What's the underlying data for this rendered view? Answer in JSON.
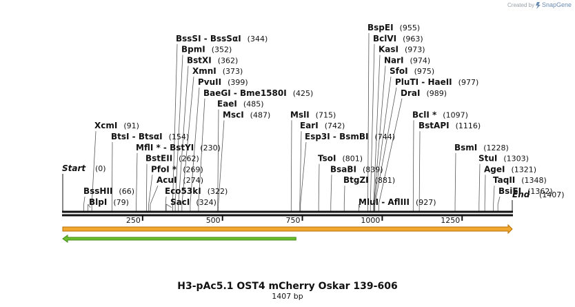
{
  "credit": {
    "text": "Created by",
    "brand": "SnapGene"
  },
  "title": "H3-pAc5.1 OST4 mCherry Oskar 139-606",
  "length_label": "1407 bp",
  "start_label": "Start",
  "start_pos": "(0)",
  "end_label": "End",
  "end_pos": "(1407)",
  "colors": {
    "backbone": "#111111",
    "feature_orange": "#f0a830",
    "feature_green": "#6abf2e"
  },
  "chart_data": {
    "type": "diagram",
    "length": 1407,
    "ticks": [
      250,
      500,
      750,
      1000,
      1250
    ],
    "tick_labels": [
      "250",
      "500",
      "750",
      "1000",
      "1250"
    ],
    "sites": [
      {
        "name": "BssHII",
        "pos": 66,
        "pos_label": "(66)",
        "row": 10
      },
      {
        "name": "BlpI",
        "pos": 79,
        "pos_label": "(79)",
        "row": 11
      },
      {
        "name": "XcmI",
        "pos": 91,
        "pos_label": "(91)",
        "row": 4
      },
      {
        "name": "BtsI  - BtsαI",
        "pos": 154,
        "pos_label": "(154)",
        "row": 5
      },
      {
        "name": "MflI *  - BstYI",
        "pos": 230,
        "pos_label": "(230)",
        "row": 6
      },
      {
        "name": "BstEII",
        "pos": 262,
        "pos_label": "(262)",
        "row": 7
      },
      {
        "name": "PfoI *",
        "pos": 269,
        "pos_label": "(269)",
        "row": 8
      },
      {
        "name": "AcuI",
        "pos": 274,
        "pos_label": "(274)",
        "row": 9
      },
      {
        "name": "Eco53kI",
        "pos": 322,
        "pos_label": "(322)",
        "row": 10
      },
      {
        "name": "SacI",
        "pos": 324,
        "pos_label": "(324)",
        "row": 11
      },
      {
        "name": "BssSI  - BssSαI",
        "pos": 344,
        "pos_label": "(344)",
        "row": -4
      },
      {
        "name": "BpmI",
        "pos": 352,
        "pos_label": "(352)",
        "row": -3
      },
      {
        "name": "BstXI",
        "pos": 362,
        "pos_label": "(362)",
        "row": -2
      },
      {
        "name": "XmnI",
        "pos": 373,
        "pos_label": "(373)",
        "row": -1
      },
      {
        "name": "PvuII",
        "pos": 399,
        "pos_label": "(399)",
        "row": 0
      },
      {
        "name": "BaeGI  - Bme1580I",
        "pos": 425,
        "pos_label": "(425)",
        "row": 1
      },
      {
        "name": "EaeI",
        "pos": 485,
        "pos_label": "(485)",
        "row": 2
      },
      {
        "name": "MscI",
        "pos": 487,
        "pos_label": "(487)",
        "row": 3
      },
      {
        "name": "MslI",
        "pos": 715,
        "pos_label": "(715)",
        "row": 3
      },
      {
        "name": "EarI",
        "pos": 742,
        "pos_label": "(742)",
        "row": 4
      },
      {
        "name": "Esp3I  - BsmBI",
        "pos": 744,
        "pos_label": "(744)",
        "row": 5
      },
      {
        "name": "TsoI",
        "pos": 801,
        "pos_label": "(801)",
        "row": 7
      },
      {
        "name": "BsaBI",
        "pos": 839,
        "pos_label": "(839)",
        "row": 8
      },
      {
        "name": "BtgZI",
        "pos": 881,
        "pos_label": "(881)",
        "row": 9
      },
      {
        "name": "MluI  - AflIII",
        "pos": 927,
        "pos_label": "(927)",
        "row": 11
      },
      {
        "name": "BspEI",
        "pos": 955,
        "pos_label": "(955)",
        "row": -5
      },
      {
        "name": "BclVI",
        "pos": 963,
        "pos_label": "(963)",
        "row": -4
      },
      {
        "name": "KasI",
        "pos": 973,
        "pos_label": "(973)",
        "row": -3
      },
      {
        "name": "NarI",
        "pos": 974,
        "pos_label": "(974)",
        "row": -2
      },
      {
        "name": "SfoI",
        "pos": 975,
        "pos_label": "(975)",
        "row": -1
      },
      {
        "name": "PluTI  - HaeII",
        "pos": 977,
        "pos_label": "(977)",
        "row": 0
      },
      {
        "name": "DraI",
        "pos": 989,
        "pos_label": "(989)",
        "row": 1
      },
      {
        "name": "BclI *",
        "pos": 1097,
        "pos_label": "(1097)",
        "row": 3
      },
      {
        "name": "BstAPI",
        "pos": 1116,
        "pos_label": "(1116)",
        "row": 4
      },
      {
        "name": "BsmI",
        "pos": 1228,
        "pos_label": "(1228)",
        "row": 6
      },
      {
        "name": "StuI",
        "pos": 1303,
        "pos_label": "(1303)",
        "row": 7
      },
      {
        "name": "AgeI",
        "pos": 1321,
        "pos_label": "(1321)",
        "row": 8
      },
      {
        "name": "TaqII",
        "pos": 1348,
        "pos_label": "(1348)",
        "row": 9
      },
      {
        "name": "BsiEI",
        "pos": 1362,
        "pos_label": "(1362)",
        "row": 10
      }
    ],
    "features": [
      {
        "start": 0,
        "end": 1407,
        "direction": "forward",
        "color": "#f0a830"
      },
      {
        "start": 0,
        "end": 730,
        "direction": "reverse",
        "color": "#6abf2e"
      }
    ]
  }
}
